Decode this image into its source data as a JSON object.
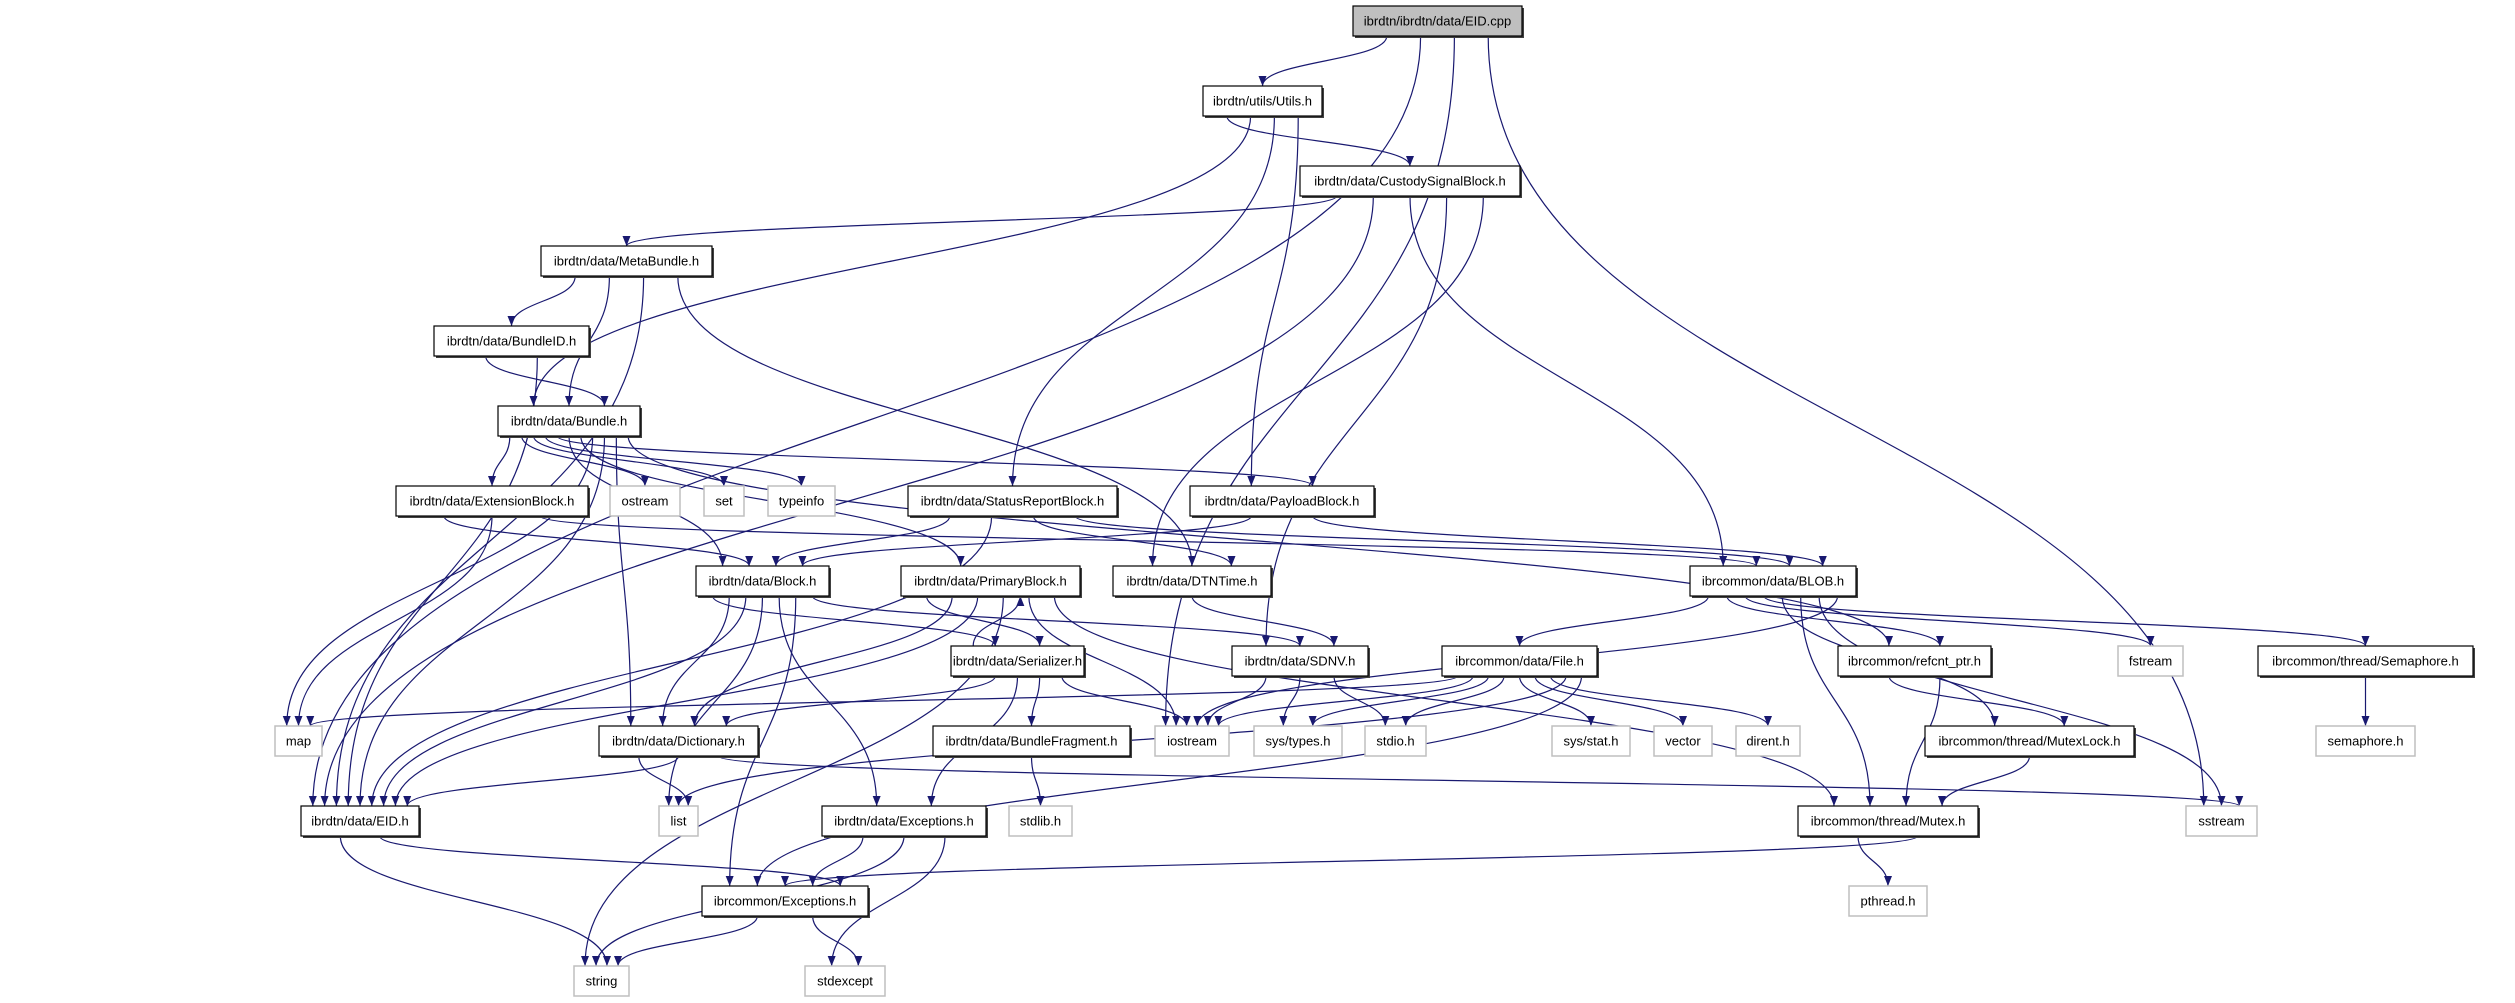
{
  "colors": {
    "edge": "#191970",
    "documented_border": "#000000",
    "undocumented_border": "#bfbfbf",
    "root_fill": "#bfbfbf",
    "node_fill": "#ffffff"
  },
  "nodes": [
    {
      "id": "eid_cpp",
      "label": "ibrdtn/ibrdtn/data/EID.cpp",
      "kind": "root"
    },
    {
      "id": "utils",
      "label": "ibrdtn/utils/Utils.h",
      "kind": "documented"
    },
    {
      "id": "custody",
      "label": "ibrdtn/data/CustodySignalBlock.h",
      "kind": "documented"
    },
    {
      "id": "metabundle",
      "label": "ibrdtn/data/MetaBundle.h",
      "kind": "documented"
    },
    {
      "id": "bundleid",
      "label": "ibrdtn/data/BundleID.h",
      "kind": "documented"
    },
    {
      "id": "bundle",
      "label": "ibrdtn/data/Bundle.h",
      "kind": "documented"
    },
    {
      "id": "extblock",
      "label": "ibrdtn/data/ExtensionBlock.h",
      "kind": "documented"
    },
    {
      "id": "ostream",
      "label": "ostream",
      "kind": "external"
    },
    {
      "id": "set",
      "label": "set",
      "kind": "external"
    },
    {
      "id": "typeinfo",
      "label": "typeinfo",
      "kind": "external"
    },
    {
      "id": "statusreport",
      "label": "ibrdtn/data/StatusReportBlock.h",
      "kind": "documented"
    },
    {
      "id": "payload",
      "label": "ibrdtn/data/PayloadBlock.h",
      "kind": "documented"
    },
    {
      "id": "block",
      "label": "ibrdtn/data/Block.h",
      "kind": "documented"
    },
    {
      "id": "primary",
      "label": "ibrdtn/data/PrimaryBlock.h",
      "kind": "documented"
    },
    {
      "id": "dtntime",
      "label": "ibrdtn/data/DTNTime.h",
      "kind": "documented"
    },
    {
      "id": "blob",
      "label": "ibrcommon/data/BLOB.h",
      "kind": "documented"
    },
    {
      "id": "serializer",
      "label": "ibrdtn/data/Serializer.h",
      "kind": "documented"
    },
    {
      "id": "sdnv",
      "label": "ibrdtn/data/SDNV.h",
      "kind": "documented"
    },
    {
      "id": "file",
      "label": "ibrcommon/data/File.h",
      "kind": "documented"
    },
    {
      "id": "refcnt",
      "label": "ibrcommon/refcnt_ptr.h",
      "kind": "documented"
    },
    {
      "id": "fstream",
      "label": "fstream",
      "kind": "external"
    },
    {
      "id": "semaphore",
      "label": "ibrcommon/thread/Semaphore.h",
      "kind": "documented"
    },
    {
      "id": "map",
      "label": "map",
      "kind": "external"
    },
    {
      "id": "dictionary",
      "label": "ibrdtn/data/Dictionary.h",
      "kind": "documented"
    },
    {
      "id": "bundlefragment",
      "label": "ibrdtn/data/BundleFragment.h",
      "kind": "documented"
    },
    {
      "id": "iostream",
      "label": "iostream",
      "kind": "external"
    },
    {
      "id": "systypes",
      "label": "sys/types.h",
      "kind": "external"
    },
    {
      "id": "stdio",
      "label": "stdio.h",
      "kind": "external"
    },
    {
      "id": "sysstat",
      "label": "sys/stat.h",
      "kind": "external"
    },
    {
      "id": "vector",
      "label": "vector",
      "kind": "external"
    },
    {
      "id": "dirent",
      "label": "dirent.h",
      "kind": "external"
    },
    {
      "id": "mutexlock",
      "label": "ibrcommon/thread/MutexLock.h",
      "kind": "documented"
    },
    {
      "id": "semaphore_h",
      "label": "semaphore.h",
      "kind": "external"
    },
    {
      "id": "eid_h",
      "label": "ibrdtn/data/EID.h",
      "kind": "documented"
    },
    {
      "id": "list",
      "label": "list",
      "kind": "external"
    },
    {
      "id": "exceptions",
      "label": "ibrdtn/data/Exceptions.h",
      "kind": "documented"
    },
    {
      "id": "stdlib",
      "label": "stdlib.h",
      "kind": "external"
    },
    {
      "id": "mutex",
      "label": "ibrcommon/thread/Mutex.h",
      "kind": "documented"
    },
    {
      "id": "sstream",
      "label": "sstream",
      "kind": "external"
    },
    {
      "id": "ibrexceptions",
      "label": "ibrcommon/Exceptions.h",
      "kind": "documented"
    },
    {
      "id": "pthread",
      "label": "pthread.h",
      "kind": "external"
    },
    {
      "id": "string",
      "label": "string",
      "kind": "external"
    },
    {
      "id": "stdexcept",
      "label": "stdexcept",
      "kind": "external"
    }
  ],
  "edges": [
    [
      "eid_cpp",
      "utils"
    ],
    [
      "eid_cpp",
      "eid_h"
    ],
    [
      "eid_cpp",
      "iostream"
    ],
    [
      "eid_cpp",
      "sstream"
    ],
    [
      "utils",
      "custody"
    ],
    [
      "utils",
      "bundle"
    ],
    [
      "utils",
      "statusreport"
    ],
    [
      "utils",
      "payload"
    ],
    [
      "custody",
      "metabundle"
    ],
    [
      "custody",
      "eid_h"
    ],
    [
      "custody",
      "blob"
    ],
    [
      "custody",
      "sdnv"
    ],
    [
      "custody",
      "dtntime"
    ],
    [
      "metabundle",
      "bundleid"
    ],
    [
      "metabundle",
      "bundle"
    ],
    [
      "metabundle",
      "eid_h"
    ],
    [
      "metabundle",
      "dtntime"
    ],
    [
      "bundleid",
      "bundle"
    ],
    [
      "bundleid",
      "eid_h"
    ],
    [
      "bundle",
      "extblock"
    ],
    [
      "bundle",
      "ostream"
    ],
    [
      "bundle",
      "set"
    ],
    [
      "bundle",
      "typeinfo"
    ],
    [
      "bundle",
      "payload"
    ],
    [
      "bundle",
      "block"
    ],
    [
      "bundle",
      "primary"
    ],
    [
      "bundle",
      "map"
    ],
    [
      "bundle",
      "eid_h"
    ],
    [
      "bundle",
      "dictionary"
    ],
    [
      "bundle",
      "refcnt"
    ],
    [
      "extblock",
      "block"
    ],
    [
      "extblock",
      "map"
    ],
    [
      "extblock",
      "blob"
    ],
    [
      "statusreport",
      "block"
    ],
    [
      "statusreport",
      "eid_h"
    ],
    [
      "statusreport",
      "dtntime"
    ],
    [
      "statusreport",
      "blob"
    ],
    [
      "payload",
      "block"
    ],
    [
      "payload",
      "blob"
    ],
    [
      "block",
      "serializer"
    ],
    [
      "block",
      "dictionary"
    ],
    [
      "block",
      "eid_h"
    ],
    [
      "block",
      "list"
    ],
    [
      "block",
      "exceptions"
    ],
    [
      "block",
      "ibrexceptions"
    ],
    [
      "block",
      "sdnv"
    ],
    [
      "primary",
      "serializer"
    ],
    [
      "primary",
      "dictionary"
    ],
    [
      "primary",
      "eid_h"
    ],
    [
      "primary",
      "string"
    ],
    [
      "primary",
      "iostream"
    ],
    [
      "primary",
      "mutex"
    ],
    [
      "serializer",
      "primary"
    ],
    [
      "serializer",
      "dictionary"
    ],
    [
      "serializer",
      "exceptions"
    ],
    [
      "serializer",
      "bundlefragment"
    ],
    [
      "serializer",
      "iostream"
    ],
    [
      "dtntime",
      "sdnv"
    ],
    [
      "blob",
      "file"
    ],
    [
      "blob",
      "refcnt"
    ],
    [
      "blob",
      "fstream"
    ],
    [
      "blob",
      "semaphore"
    ],
    [
      "blob",
      "mutexlock"
    ],
    [
      "blob",
      "mutex"
    ],
    [
      "blob",
      "sstream"
    ],
    [
      "blob",
      "iostream"
    ],
    [
      "sdnv",
      "iostream"
    ],
    [
      "sdnv",
      "systypes"
    ],
    [
      "sdnv",
      "stdio"
    ],
    [
      "file",
      "map"
    ],
    [
      "file",
      "iostream"
    ],
    [
      "file",
      "systypes"
    ],
    [
      "file",
      "stdio"
    ],
    [
      "file",
      "sysstat"
    ],
    [
      "file",
      "vector"
    ],
    [
      "file",
      "dirent"
    ],
    [
      "file",
      "list"
    ],
    [
      "file",
      "ibrexceptions"
    ],
    [
      "refcnt",
      "mutexlock"
    ],
    [
      "refcnt",
      "mutex"
    ],
    [
      "semaphore",
      "semaphore_h"
    ],
    [
      "dictionary",
      "list"
    ],
    [
      "dictionary",
      "eid_h"
    ],
    [
      "dictionary",
      "sstream"
    ],
    [
      "bundlefragment",
      "stdlib"
    ],
    [
      "mutexlock",
      "mutex"
    ],
    [
      "mutex",
      "pthread"
    ],
    [
      "mutex",
      "ibrexceptions"
    ],
    [
      "exceptions",
      "ibrexceptions"
    ],
    [
      "exceptions",
      "string"
    ],
    [
      "exceptions",
      "stdexcept"
    ],
    [
      "eid_h",
      "string"
    ],
    [
      "eid_h",
      "ibrexceptions"
    ],
    [
      "ibrexceptions",
      "string"
    ],
    [
      "ibrexceptions",
      "stdexcept"
    ]
  ]
}
